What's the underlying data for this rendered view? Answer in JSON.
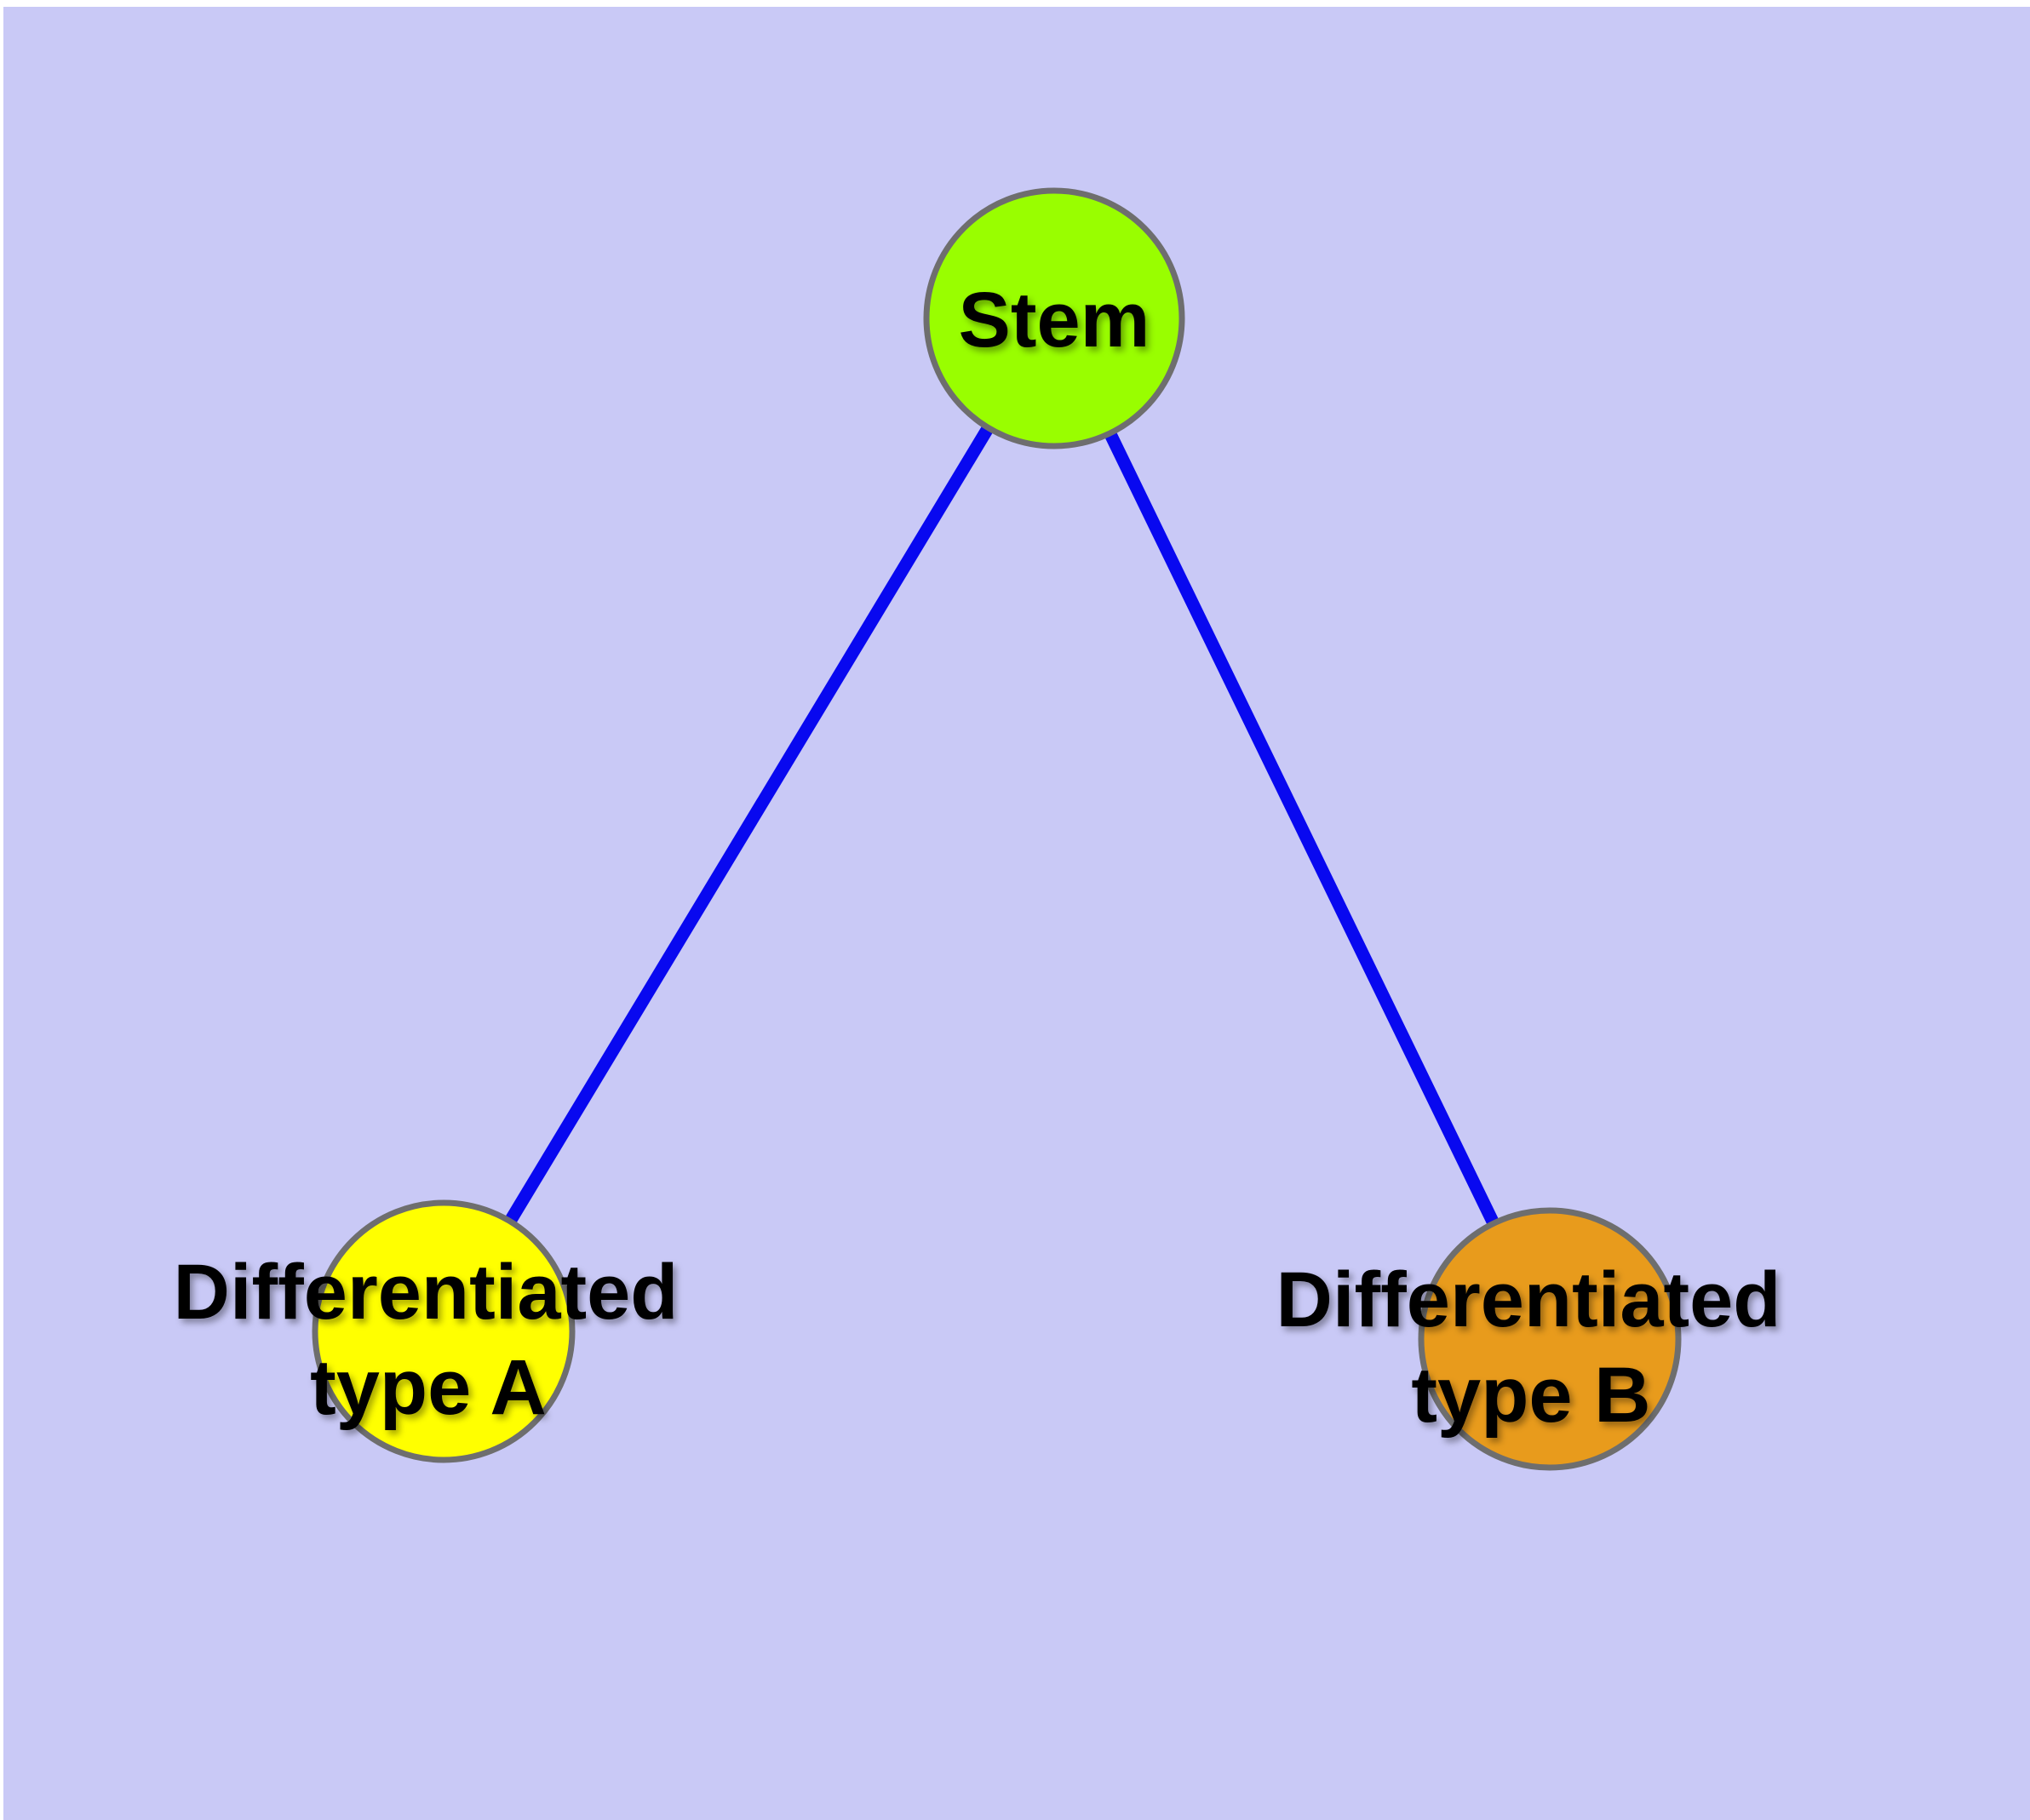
{
  "diagram": {
    "colors": {
      "background": "#C9C9F6",
      "page_margin": "#FFFFFF",
      "edge": "#0808F0",
      "node_border": "#6E6E6E",
      "label_text": "#000000"
    },
    "nodes": {
      "stem": {
        "label": "Stem",
        "fill": "#99FE00"
      },
      "type_a": {
        "label_line1": "Differentiated",
        "label_line2": "type A",
        "fill": "#FFFF00"
      },
      "type_b": {
        "label_line1": "Differentiated",
        "label_line2": "type B",
        "fill": "#E89B1C"
      }
    },
    "edges": [
      {
        "from": "Stem",
        "to": "Differentiated type A"
      },
      {
        "from": "Stem",
        "to": "Differentiated type B"
      }
    ]
  }
}
